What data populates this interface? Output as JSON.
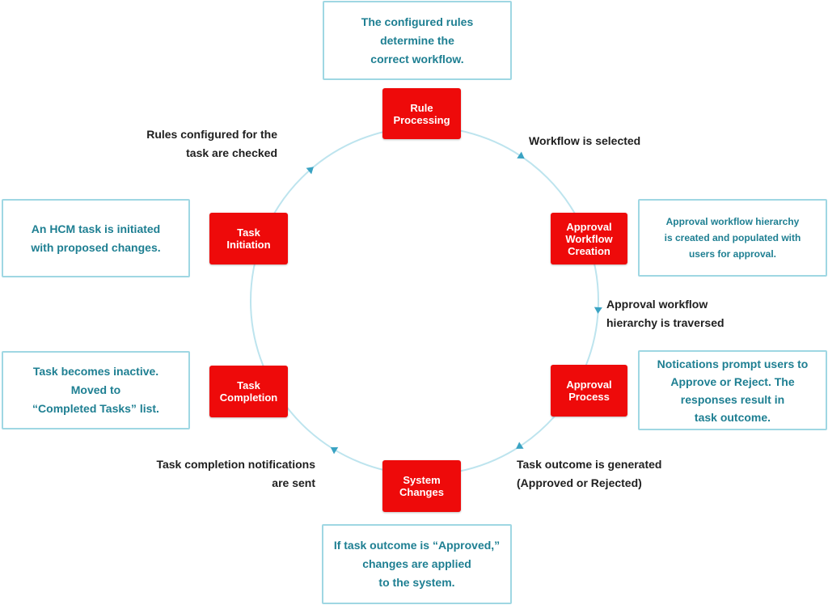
{
  "colors": {
    "step_fill": "#ee0a0a",
    "step_text": "#ffffff",
    "info_border": "#9fd7e3",
    "info_text": "#1e7f92",
    "ring": "#bde4ee",
    "arrow": "#3aa3c3",
    "label_text": "#1f1f1f"
  },
  "steps": {
    "rule_processing": "Rule\nProcessing",
    "approval_workflow_creation": "Approval\nWorkflow\nCreation",
    "approval_process": "Approval\nProcess",
    "system_changes": "System\nChanges",
    "task_completion": "Task\nCompletion",
    "task_initiation": "Task\nInitiation"
  },
  "info_boxes": {
    "rule_processing": "The configured rules\ndetermine the\ncorrect workflow.",
    "approval_workflow_creation": "Approval workflow hierarchy\nis created and populated with\nusers for approval.",
    "approval_process": "Notications prompt users to\nApprove or Reject. The\nresponses result in\ntask outcome.",
    "system_changes": "If task outcome is “Approved,”\nchanges are applied\nto the system.",
    "task_completion": "Task becomes inactive.\nMoved to\n“Completed Tasks” list.",
    "task_initiation": "An HCM task is initiated\nwith proposed changes."
  },
  "transitions": {
    "workflow_selected": "Workflow is selected",
    "hierarchy_traversed": "Approval workflow\nhierarchy is traversed",
    "outcome_generated": "Task outcome is generated\n(Approved or Rejected)",
    "completion_notifications": "Task completion notifications\nare sent",
    "rules_checked": "Rules configured for the\ntask are checked"
  }
}
